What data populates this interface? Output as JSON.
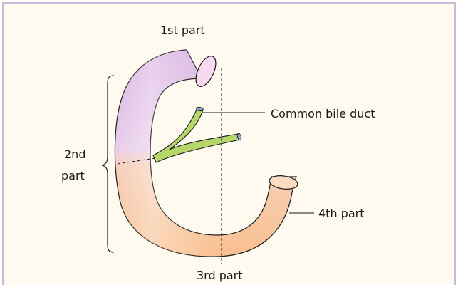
{
  "labels": {
    "first_part": "1st part",
    "second_part_line1": "2nd",
    "second_part_line2": "part",
    "third_part": "3rd part",
    "fourth_part": "4th part",
    "common_bile_duct": "Common bile duct"
  },
  "colors": {
    "background": "#fffaf0",
    "border": "#c9b8d6",
    "upper_segment": "#e3c2e8",
    "lower_segment": "#f9c79c",
    "lumen_upper": "#f6d9ec",
    "lumen_lower": "#fbdcc3",
    "bile_duct": "#b4d66a",
    "bile_duct_end": "#8fa3d8",
    "outline": "#1a1a1a"
  }
}
